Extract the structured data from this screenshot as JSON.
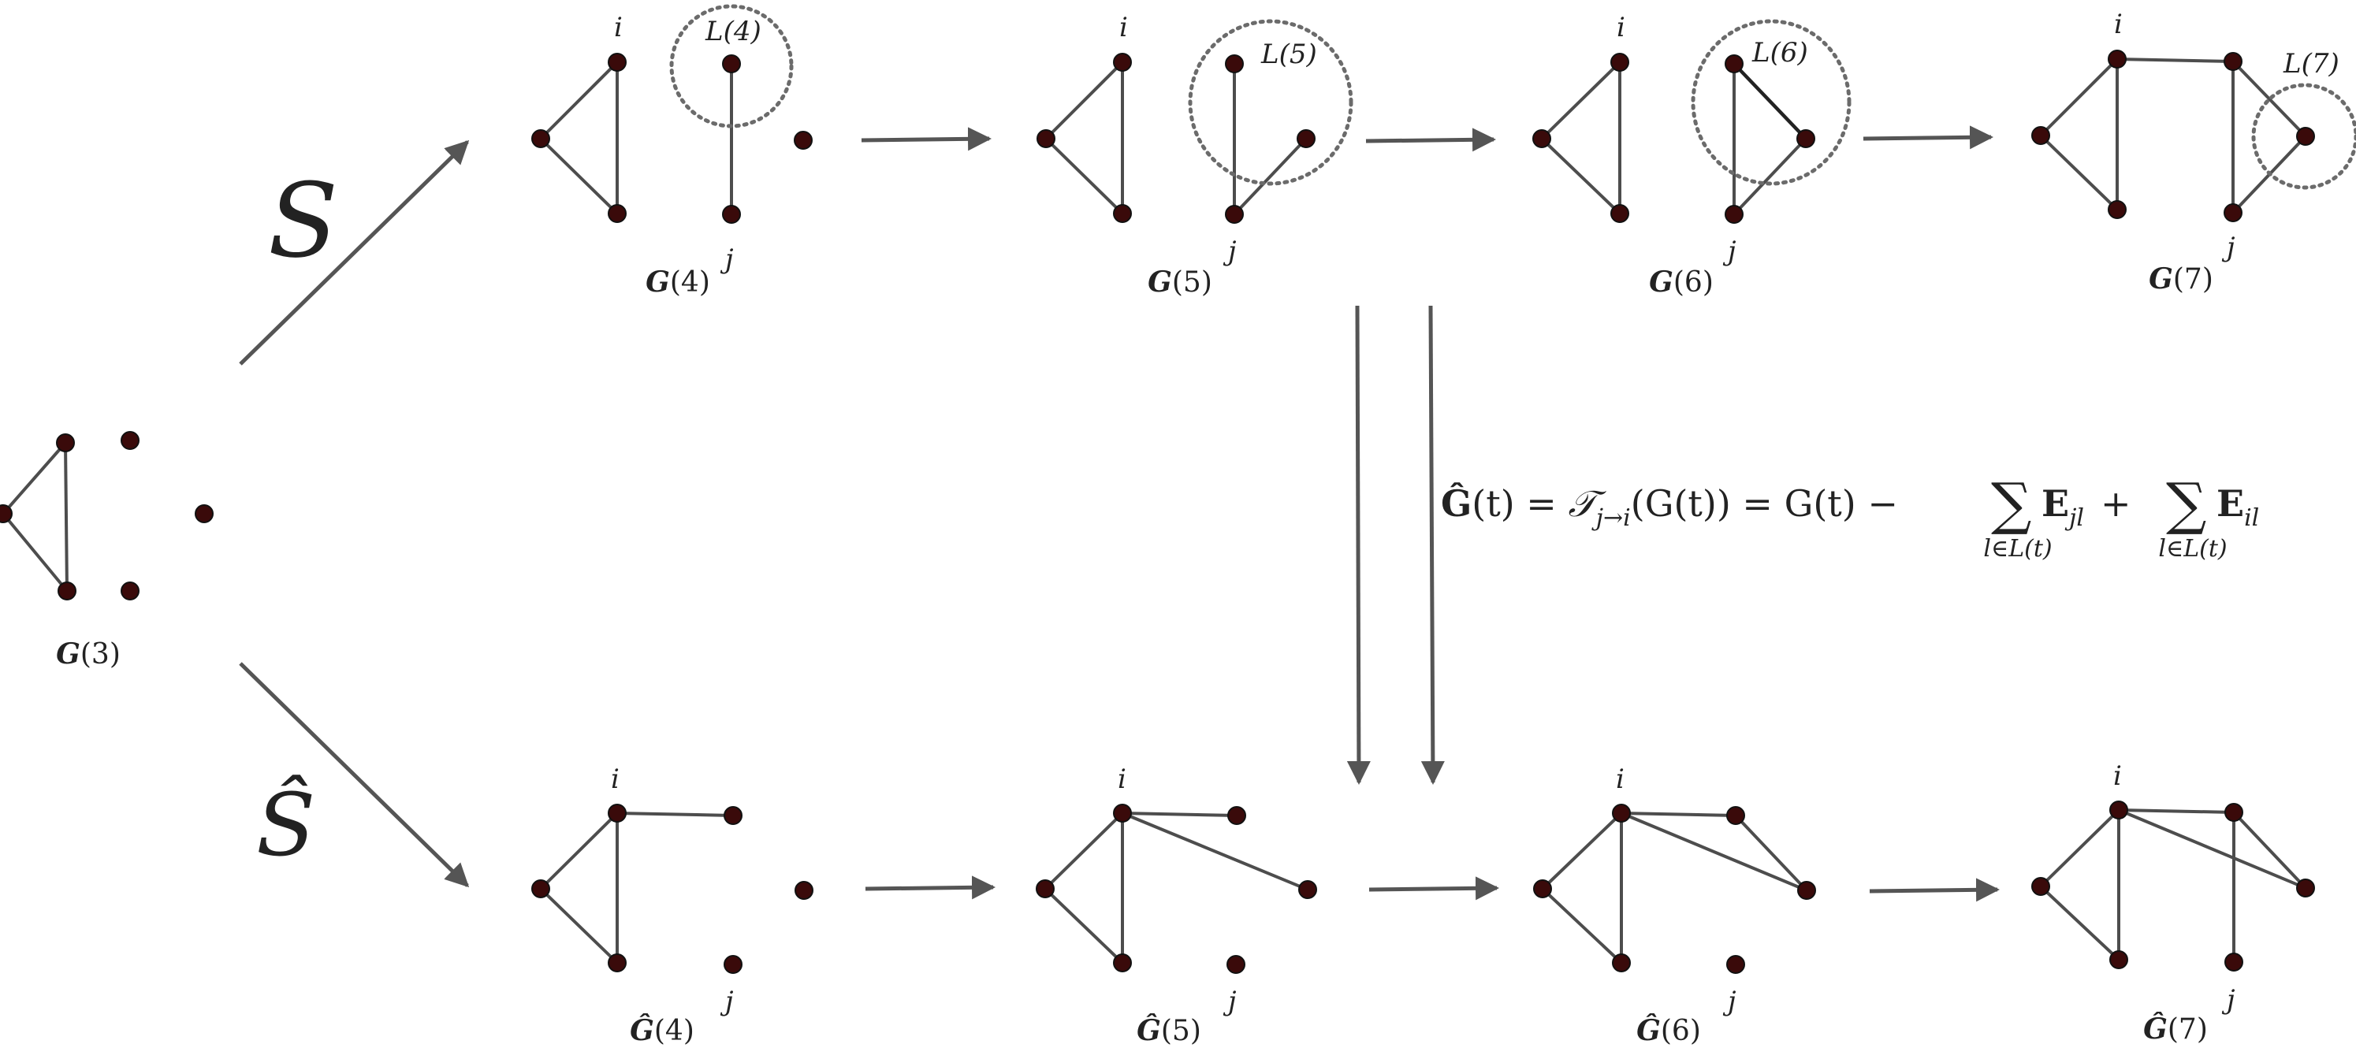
{
  "colors": {
    "node_fill": "#3a0a0a",
    "edge": "#4d4d4d",
    "circle": "#6b6b6b",
    "arrow": "#555555"
  },
  "transitions": {
    "top": "S",
    "bottom": "Ŝ"
  },
  "node_labels": {
    "i": "i",
    "j": "j"
  },
  "graphs": {
    "g3": {
      "bold": "G",
      "arg": "(3)"
    },
    "top": [
      {
        "bold": "G",
        "arg": "(4)",
        "circle": "L(4)"
      },
      {
        "bold": "G",
        "arg": "(5)",
        "circle": "L(5)"
      },
      {
        "bold": "G",
        "arg": "(6)",
        "circle": "L(6)"
      },
      {
        "bold": "G",
        "arg": "(7)",
        "circle": "L(7)"
      }
    ],
    "bottom": [
      {
        "bold": "Ĝ",
        "arg": "(4)"
      },
      {
        "bold": "Ĝ",
        "arg": "(5)"
      },
      {
        "bold": "Ĝ",
        "arg": "(6)"
      },
      {
        "bold": "Ĝ",
        "arg": "(7)"
      }
    ]
  },
  "equation": {
    "lhs_bold": "Ĝ",
    "lhs_arg": "(t) = ",
    "t_script": "𝒯",
    "t_sub": "j→i",
    "mid": "(G(t)) = G(t) −",
    "sum": "∑",
    "sum1_term": "E",
    "sum1_sub": "jl",
    "plus": "+",
    "sum2_term": "E",
    "sum2_sub": "il",
    "sum_under": "l∈L(t)"
  }
}
